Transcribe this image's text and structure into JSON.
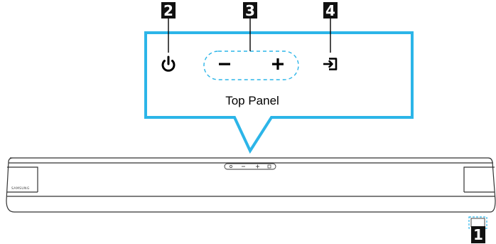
{
  "panel": {
    "title": "Top Panel",
    "buttons": [
      {
        "icon": "power-icon",
        "callout": "2"
      },
      {
        "icon": "minus-icon",
        "callout": "3"
      },
      {
        "icon": "plus-icon",
        "callout": "3"
      },
      {
        "icon": "input-source-icon",
        "callout": "4"
      }
    ]
  },
  "device": {
    "brand": "SAMSUNG",
    "remote_sensor_callout": "1"
  },
  "colors": {
    "callout_border": "#2cb5e8",
    "callout_fill": "#ffffff",
    "badge_fill": "#111111",
    "outline": "#333333"
  }
}
